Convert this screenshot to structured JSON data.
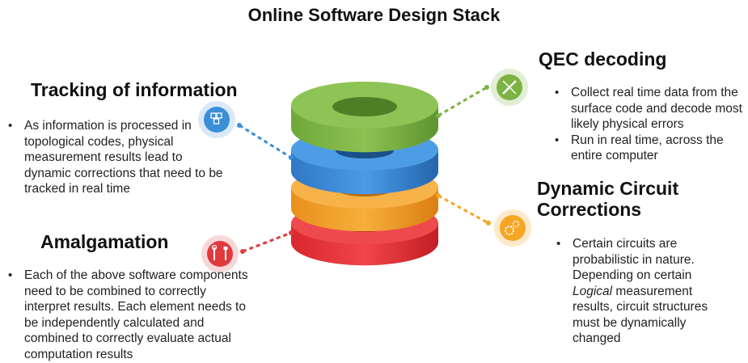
{
  "title": "Online Software Design Stack",
  "sections": {
    "tracking": {
      "heading": "Tracking of information",
      "bullets": [
        "As information is processed in topological codes, physical measurement results lead to dynamic corrections that need to be tracked in real time"
      ],
      "icon": "cubes-icon",
      "color": "#3a8fd8"
    },
    "amalgamation": {
      "heading": "Amalgamation",
      "bullets": [
        "Each of the above software components need to be combined to correctly interpret results.  Each element needs to be independently calculated and combined to correctly evaluate actual computation results"
      ],
      "icon": "tools-icon",
      "color": "#e0393e"
    },
    "qec": {
      "heading": "QEC decoding",
      "bullets": [
        "Collect real time data from the surface code and decode most likely physical errors",
        "Run in real time, across the entire computer"
      ],
      "icon": "pencil-ruler-icon",
      "color": "#7cb342"
    },
    "dynamic": {
      "heading": "Dynamic Circuit Corrections",
      "bullets_pre": "Certain circuits are probabilistic in nature. Depending on certain ",
      "bullets_em": "Logical",
      "bullets_post": " measurement results, circuit structures must be dynamically changed",
      "icon": "gears-icon",
      "color": "#f5a623"
    }
  }
}
